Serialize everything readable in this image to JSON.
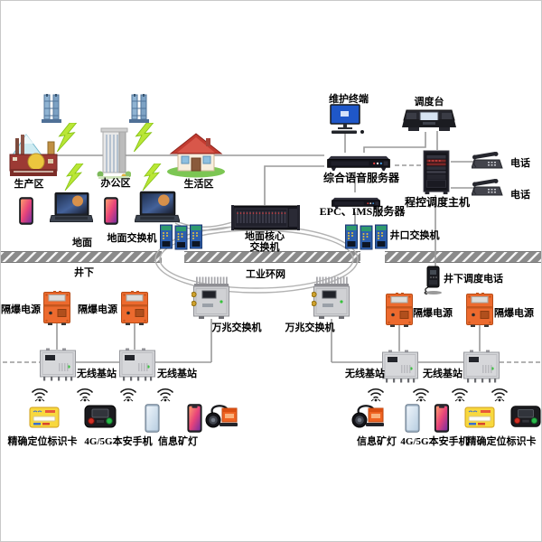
{
  "areas": {
    "production": "生产区",
    "office": "办公区",
    "living": "生活区"
  },
  "surface": {
    "maintenance_terminal": "维护终端",
    "dispatch_console": "调度台",
    "voice_server": "综合语音服务器",
    "epc_ims_server": "EPC、IMS服务器",
    "pbx_dispatch_host": "程控调度主机",
    "telephone": "电话",
    "surface_label": "地面",
    "surface_switch": "地面交换机",
    "core_switch_line1": "地面核心",
    "core_switch_line2": "交换机",
    "wellhead_switch": "井口交换机"
  },
  "underground": {
    "underground_label": "井下",
    "industrial_ring": "工业环网",
    "underground_dispatch_phone": "井下调度电话",
    "flameproof_power": "隔爆电源",
    "ten_gig_switch": "万兆交换机",
    "wireless_base_station": "无线基站",
    "positioning_card": "精确定位标识卡",
    "safe_mobile": "4G/5G本安手机",
    "info_miner_lamp": "信息矿灯"
  },
  "colors": {
    "flameproof_orange": "#ec6a2e",
    "lightning_green": "#b9e636",
    "wire_gray": "#9a9a9a",
    "barrier_gray": "#8b8b8b",
    "device_dark": "#16161e",
    "switch_blue": "#2d5fae"
  }
}
